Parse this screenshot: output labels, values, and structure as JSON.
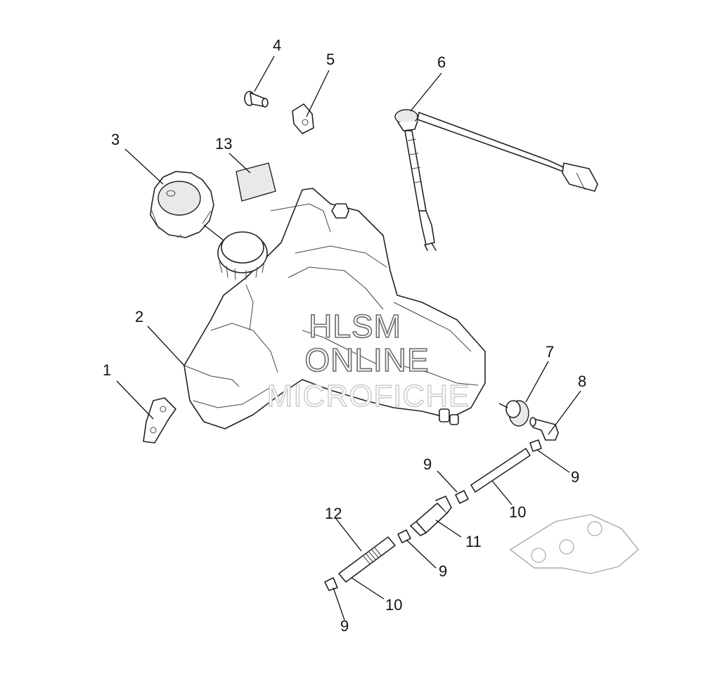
{
  "diagram": {
    "callouts": {
      "c1": "1",
      "c2": "2",
      "c3": "3",
      "c4": "4",
      "c5": "5",
      "c6": "6",
      "c7": "7",
      "c8": "8",
      "c9a": "9",
      "c9b": "9",
      "c9c": "9",
      "c9d": "9",
      "c10a": "10",
      "c10b": "10",
      "c11": "11",
      "c12": "12",
      "c13": "13"
    }
  },
  "watermark": {
    "line1": "HLSM",
    "line2": "ONLINE",
    "line3": "MICROFICHE"
  }
}
